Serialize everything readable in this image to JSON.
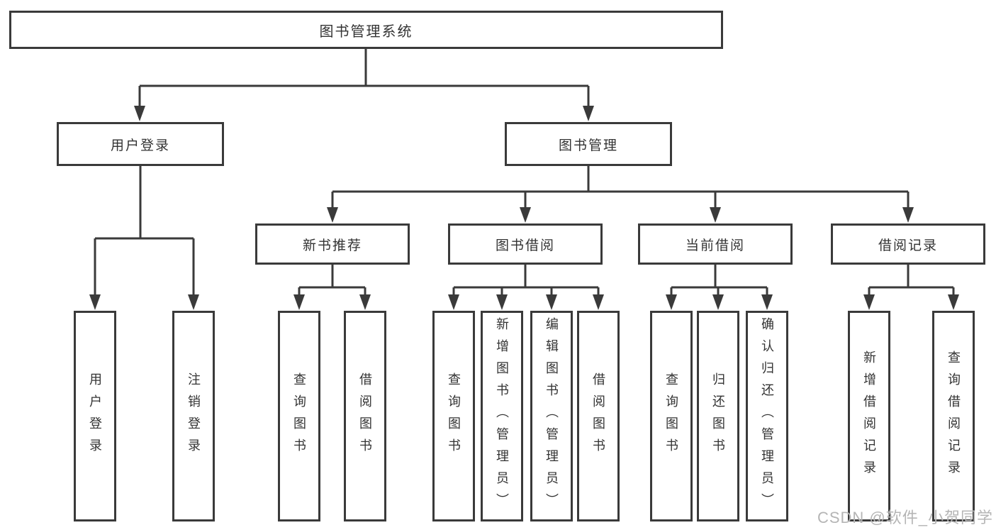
{
  "diagram": {
    "root": {
      "label": "图书管理系统"
    },
    "level2": [
      {
        "label": "用户登录"
      },
      {
        "label": "图书管理"
      }
    ],
    "level3": [
      {
        "label": "新书推荐"
      },
      {
        "label": "图书借阅"
      },
      {
        "label": "当前借阅"
      },
      {
        "label": "借阅记录"
      }
    ],
    "leaves": [
      {
        "label": "用户登录"
      },
      {
        "label": "注销登录"
      },
      {
        "label": "查询图书"
      },
      {
        "label": "借阅图书"
      },
      {
        "label": "查询图书"
      },
      {
        "label": "新增图书（管理员）"
      },
      {
        "label": "编辑图书（管理员）"
      },
      {
        "label": "借阅图书"
      },
      {
        "label": "查询图书"
      },
      {
        "label": "归还图书"
      },
      {
        "label": "确认归还（管理员）"
      },
      {
        "label": "新增借阅记录"
      },
      {
        "label": "查询借阅记录"
      }
    ]
  },
  "watermark": "CSDN @软件_小贺同学",
  "colors": {
    "line": "#3a3a3a",
    "text": "#333333",
    "watermark": "#b5b5b5",
    "background": "#ffffff"
  }
}
